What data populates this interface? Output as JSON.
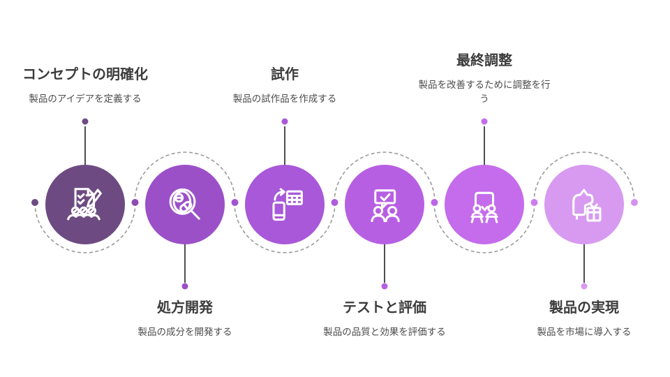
{
  "diagram": {
    "type": "process-timeline",
    "orientation": "horizontal",
    "steps": [
      {
        "title": "コンセプトの明確化",
        "description": "製品のアイデアを定義する",
        "label_position": "top",
        "color": "#6d4b82",
        "icon": "checklist-pencil-team-icon"
      },
      {
        "title": "処方開発",
        "description": "製品の成分を開発する",
        "label_position": "bottom",
        "color": "#9b50c8",
        "icon": "pill-magnifier-icon"
      },
      {
        "title": "試作",
        "description": "製品の試作品を作成する",
        "label_position": "top",
        "color": "#a858d8",
        "icon": "phone-table-transfer-icon"
      },
      {
        "title": "テストと評価",
        "description": "製品の品質と効果を評価する",
        "label_position": "bottom",
        "color": "#b75fe3",
        "icon": "feedback-check-people-icon"
      },
      {
        "title": "最終調整",
        "description": "製品を改善するために調整を行う",
        "label_position": "top",
        "color": "#c46ceb",
        "icon": "team-desks-board-icon"
      },
      {
        "title": "製品の実現",
        "description": "製品を市場に導入する",
        "label_position": "bottom",
        "color": "#d79af0",
        "icon": "dog-gift-launch-icon"
      }
    ],
    "junction_dots": [
      "#6d4b82",
      "#8e4cb0",
      "#a254d0",
      "#b05cdd",
      "#bd65e7",
      "#cb7dee",
      "#d492ef"
    ],
    "colors": {
      "background": "#ffffff",
      "dashed_line": "#9a9a9a",
      "connector_line": "#2e2e2e",
      "title_text": "#3c3c3c",
      "description_text": "#4c4c4c",
      "icon_stroke": "#ffffff"
    }
  }
}
